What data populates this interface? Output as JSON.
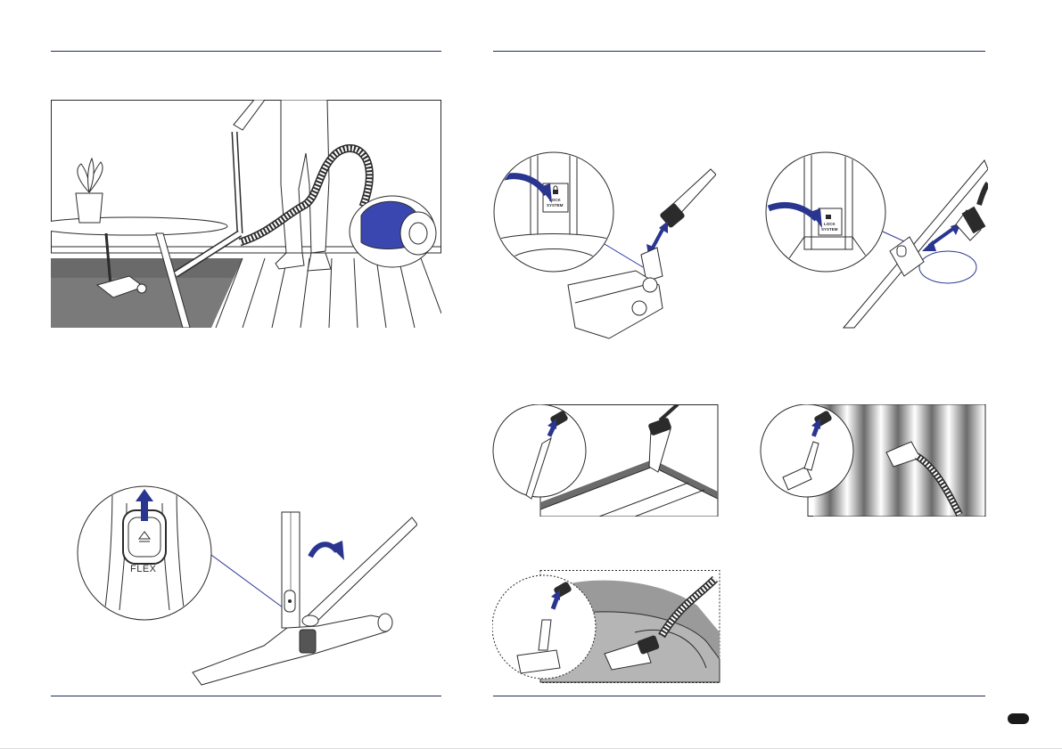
{
  "page": {
    "flex_button_label": "FLEX",
    "lock_label_line1": "LOCK",
    "lock_label_line2": "SYSTEM"
  },
  "colors": {
    "accent_blue": "#2a3590",
    "rule_navy": "#1f2a5c",
    "line_dark": "#2b2b2b",
    "floor_gray": "#6b6b6b",
    "upholstery_gray": "#9a9a9a"
  },
  "icons": [
    "eject-icon",
    "lock-icon",
    "arrow-up-icon",
    "curved-arrow-icon",
    "double-arrow-icon"
  ]
}
